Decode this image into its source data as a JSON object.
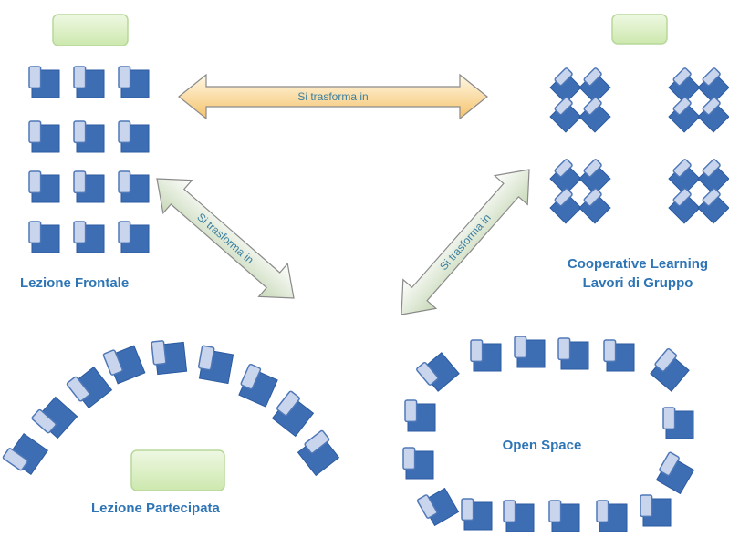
{
  "colors": {
    "desk_fill": "#3d6db3",
    "desk_stroke": "#2b5aa0",
    "chair_fill": "#c9d5ec",
    "chair_stroke": "#4f78b8",
    "label_color": "#2e75b6",
    "arrow_top_light": "#fff8e6",
    "arrow_top_dark": "#f5c36b",
    "arrow_diag_light": "#ffffff",
    "arrow_diag_dark": "#c7d8b7",
    "arrow_text": "#3b7fa0",
    "green_box": "#d8eec0"
  },
  "labels": {
    "frontale": "Lezione Frontale",
    "cooperative_line1": "Cooperative Learning",
    "cooperative_line2": "Lavori di Gruppo",
    "partecipata": "Lezione Partecipata",
    "open_space": "Open Space"
  },
  "arrows": {
    "horizontal": "Si trasforma in",
    "left_diagonal": "Si trasforma in",
    "right_diagonal": "Si trasforma in"
  }
}
